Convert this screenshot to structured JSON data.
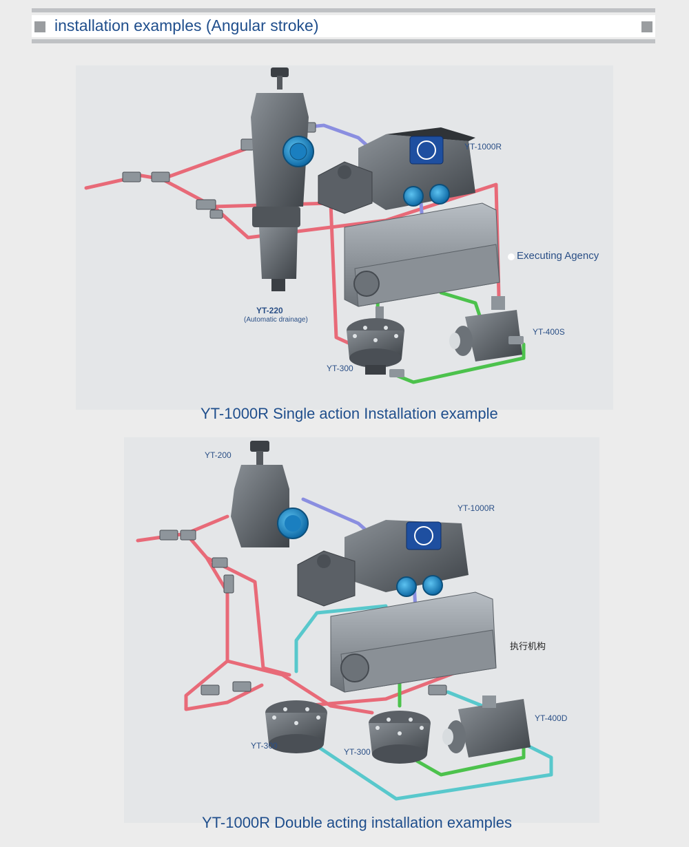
{
  "header": {
    "title": "installation examples (Angular stroke)"
  },
  "single": {
    "positioner": "YT-1000R",
    "executing": "Executing Agency",
    "filter": "YT-220",
    "filter_note": "(Automatic drainage)",
    "booster": "YT-300",
    "lockup": "YT-400S",
    "caption": "YT-1000R Single action Installation example"
  },
  "double": {
    "regulator": "YT-200",
    "positioner": "YT-1000R",
    "executing": "执行机构",
    "booster_left": "YT-300",
    "booster_right": "YT-300",
    "lockup": "YT-400D",
    "caption": "YT-1000R Double acting installation examples"
  },
  "colors": {
    "title": "#1f4e8c",
    "pipe_red": "#e86a78",
    "pipe_green": "#4cc24c",
    "pipe_purple": "#8a8ee0",
    "pipe_cyan": "#58c8cc",
    "body_gray": "#5b6066",
    "gauge_blue": "#1c8fd0"
  }
}
